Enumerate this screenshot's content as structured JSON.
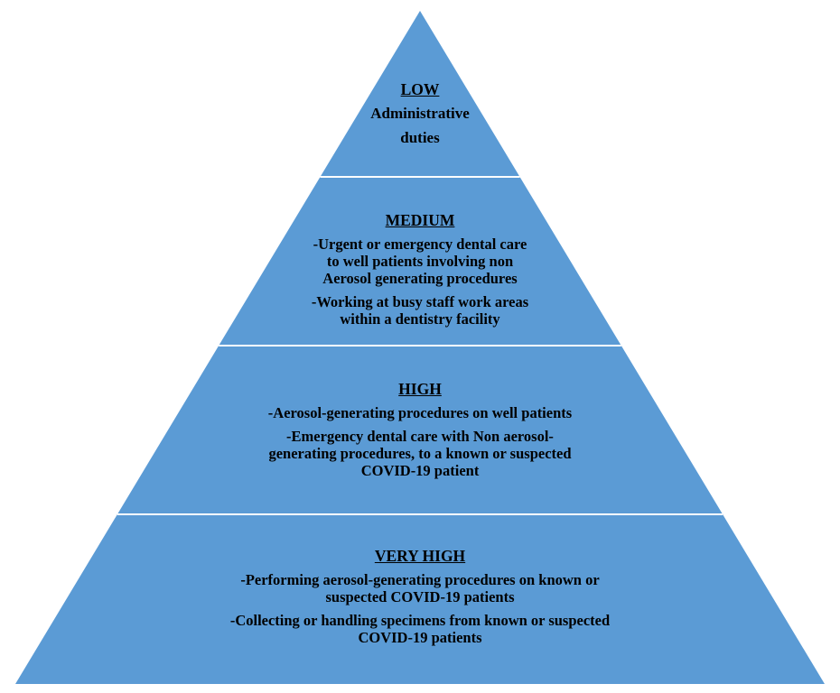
{
  "colors": {
    "fill": "#5b9bd5",
    "stroke": "#ffffff",
    "text": "#000000"
  },
  "tiers": [
    {
      "title": "LOW",
      "items": [
        "Administrative\nduties"
      ]
    },
    {
      "title": "MEDIUM",
      "items": [
        "-Urgent or emergency dental care\nto well patients involving non\nAerosol generating procedures",
        "-Working at busy staff work areas\nwithin a dentistry facility"
      ]
    },
    {
      "title": "HIGH",
      "items": [
        "-Aerosol-generating procedures on well patients",
        "-Emergency dental care with Non aerosol-\ngenerating procedures, to a known or suspected\nCOVID-19 patient"
      ]
    },
    {
      "title": "VERY HIGH",
      "items": [
        "-Performing aerosol-generating procedures on known or\nsuspected COVID-19 patients",
        "-Collecting or handling specimens from known or suspected\nCOVID-19 patients"
      ]
    }
  ]
}
